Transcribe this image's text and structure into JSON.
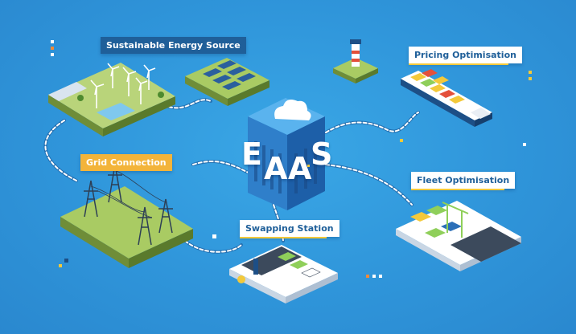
{
  "labels": {
    "energy": "Sustainable Energy Source",
    "pricing": "Pricing Optimisation",
    "grid": "Grid Connection",
    "fleet": "Fleet Optimisation",
    "swap": "Swapping Station"
  },
  "tower_letters": [
    "E",
    "A",
    "A",
    "S"
  ],
  "colors": {
    "background": "#2f95da",
    "label_dark": "#1f5f99",
    "label_orange": "#f3b43a",
    "accent_yellow": "#f3c93a",
    "land_green": "#9cc15a",
    "tower_blue": "#2b6fb8"
  }
}
